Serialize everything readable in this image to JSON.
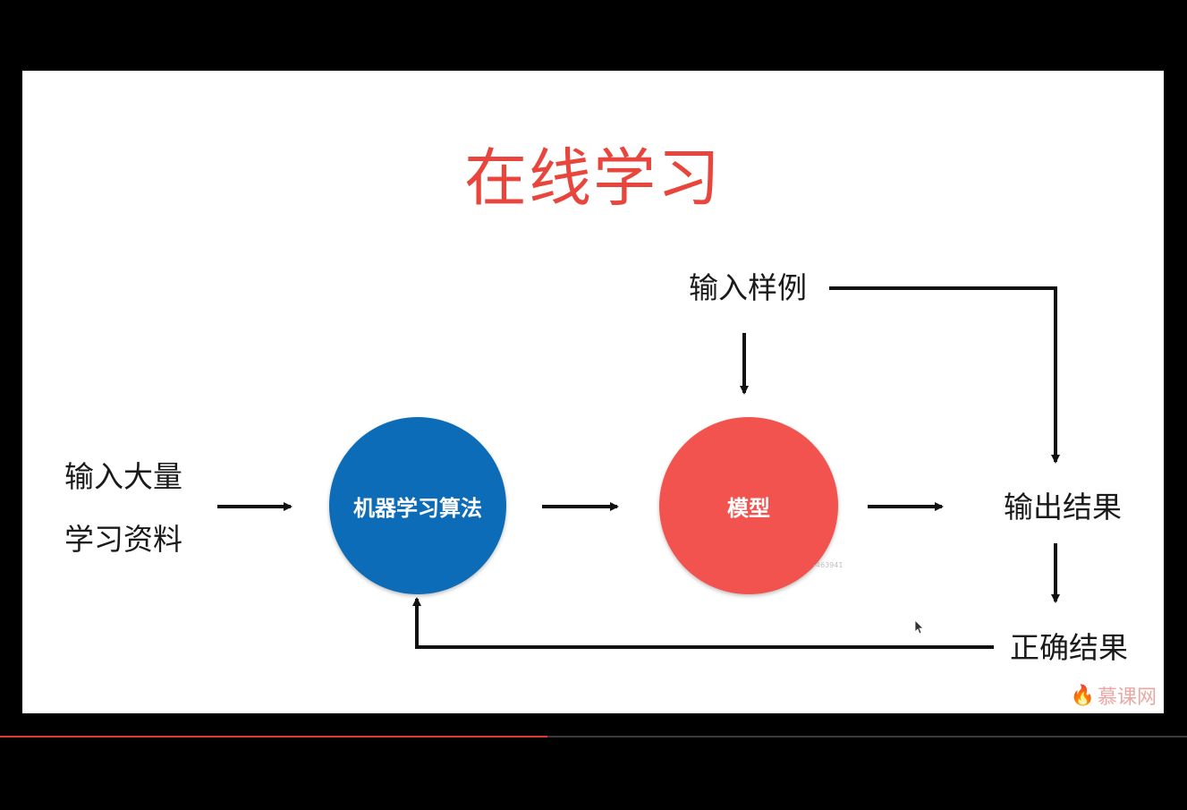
{
  "slide": {
    "title": "在线学习",
    "input_bulk": {
      "line1": "输入大量",
      "line2": "学习资料"
    },
    "input_sample": "输入样例",
    "algorithm_node": "机器学习算法",
    "model_node": "模型",
    "output_result": "输出结果",
    "correct_result": "正确结果",
    "user_id_watermark": "-463941",
    "brand_watermark": "慕课网"
  },
  "colors": {
    "title": "#e8453c",
    "algorithm_node": "#0c6cb7",
    "model_node": "#f2534f",
    "arrow": "#111111"
  },
  "player": {
    "progress": 0.461
  }
}
